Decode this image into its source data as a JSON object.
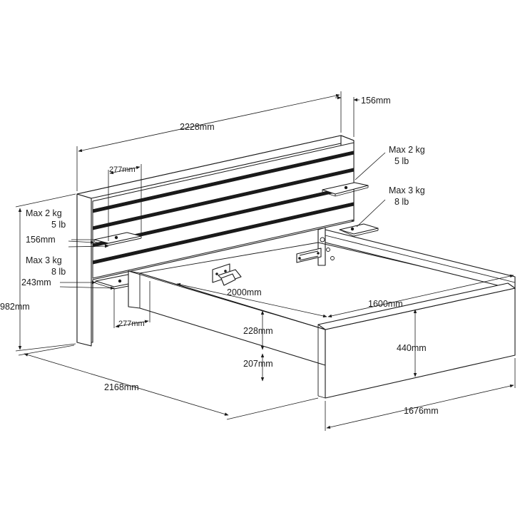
{
  "dimensions": {
    "headboard_width": "2228mm",
    "headboard_depth": "156mm",
    "shelf_left_upper_width": "277mm",
    "shelf_left_upper_depth": "156mm",
    "shelf_left_lower_height": "243mm",
    "shelf_left_lower_width": "277mm",
    "overall_height": "982mm",
    "overall_length": "2168mm",
    "mattress_length": "2000mm",
    "mattress_width": "1600mm",
    "frame_height": "228mm",
    "clearance_height": "207mm",
    "footboard_height": "440mm",
    "overall_width": "1676mm"
  },
  "load_labels": {
    "right_upper": {
      "kg": "Max 2 kg",
      "lb": "5 lb"
    },
    "right_lower": {
      "kg": "Max 3 kg",
      "lb": "8 lb"
    },
    "left_upper": {
      "kg": "Max 2 kg",
      "lb": "5 lb"
    },
    "left_lower": {
      "kg": "Max 3 kg",
      "lb": "8 lb"
    }
  }
}
